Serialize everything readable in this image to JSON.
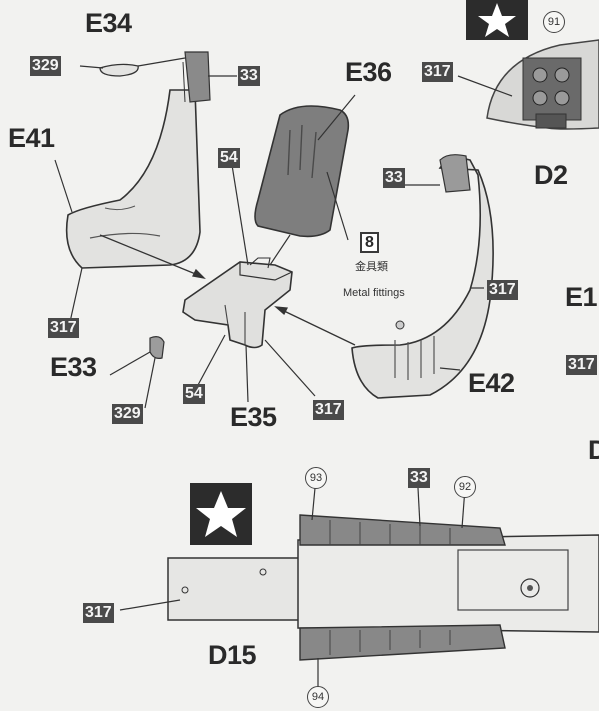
{
  "parts": {
    "E34": "E34",
    "E36": "E36",
    "E41": "E41",
    "D2": "D2",
    "E33": "E33",
    "E35": "E35",
    "E42": "E42",
    "D15": "D15",
    "E1_partial": "E1",
    "D_partial": "D"
  },
  "paint_codes": {
    "c329_a": "329",
    "c33_a": "33",
    "c317_a": "317",
    "c54_a": "54",
    "c33_b": "33",
    "c8": "8",
    "c317_b": "317",
    "c317_c": "317",
    "c329_b": "329",
    "c54_b": "54",
    "c317_d": "317",
    "c317_e": "317",
    "c33_c": "33",
    "c317_f": "317"
  },
  "decals": {
    "d91": "91",
    "d93": "93",
    "d92": "92",
    "d94": "94"
  },
  "notes": {
    "metal_jp": "金具類",
    "metal_en": "Metal fittings"
  },
  "colors": {
    "ink": "#2a2a2a",
    "code_bg": "#4a4a4a",
    "paper": "#f2f2f0",
    "part_fill": "#e0e0de"
  }
}
